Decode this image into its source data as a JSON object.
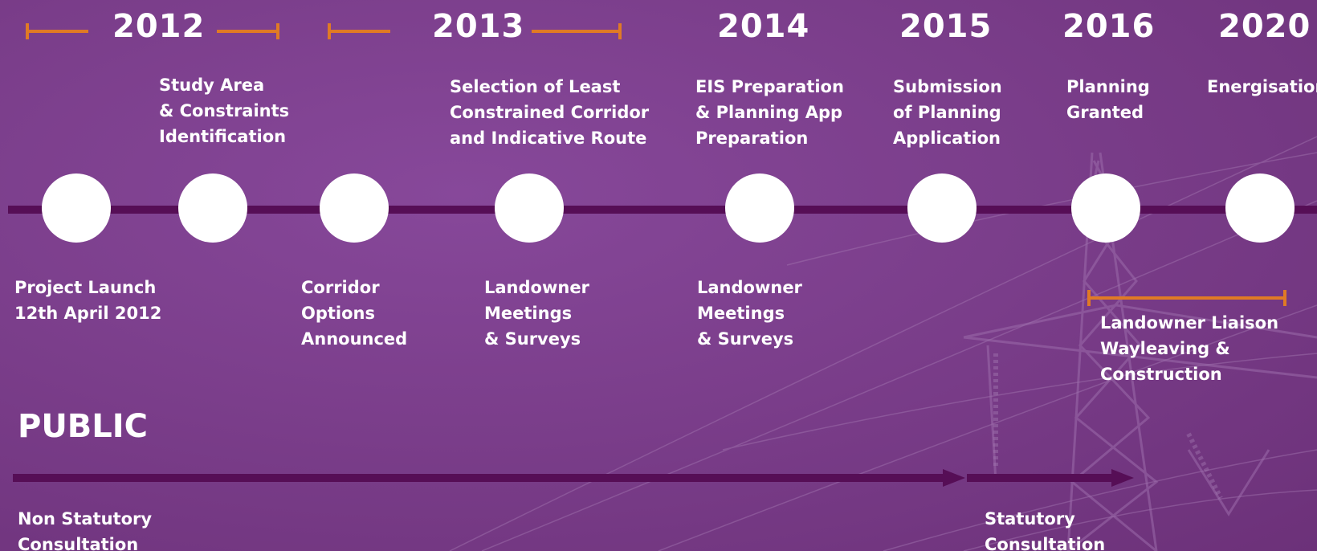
{
  "years": [
    "2012",
    "2013",
    "2014",
    "2015",
    "2016",
    "2020"
  ],
  "above_labels": [
    [
      "Study Area",
      "& Constraints",
      "Identification"
    ],
    [
      "Selection of Least",
      "Constrained Corridor",
      "and Indicative Route"
    ],
    [
      "EIS Preparation",
      "& Planning App",
      "Preparation"
    ],
    [
      "Submission",
      "of Planning",
      "Application"
    ],
    [
      "Planning",
      "Granted"
    ],
    [
      "Energisation"
    ]
  ],
  "below_labels": [
    [
      "Project Launch",
      "12th April 2012"
    ],
    [
      "Corridor",
      "Options",
      "Announced"
    ],
    [
      "Landowner",
      "Meetings",
      "& Surveys"
    ],
    [
      "Landowner",
      "Meetings",
      "& Surveys"
    ],
    [
      "Landowner Liaison",
      "Wayleaving &",
      "Construction"
    ]
  ],
  "public_heading": "PUBLIC",
  "consultation": {
    "non_statutory": [
      "Non Statutory",
      "Consultation"
    ],
    "statutory": [
      "Statutory",
      "Consultation"
    ]
  },
  "colors": {
    "accent_orange": "#e07a25",
    "line_purple": "#560e56",
    "background": "#7a3d88"
  }
}
